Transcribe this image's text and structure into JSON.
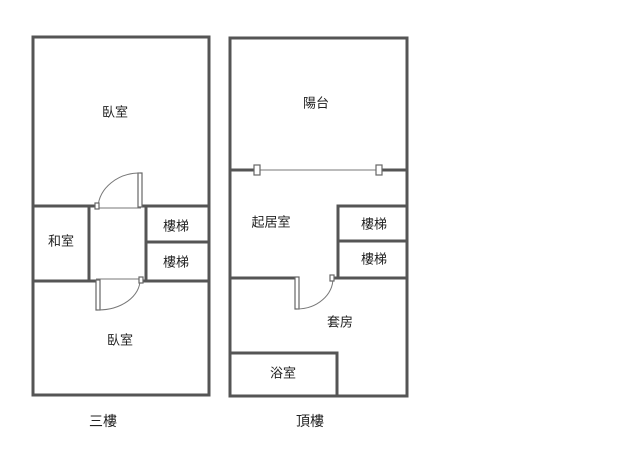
{
  "floor3": {
    "caption": "三樓",
    "rooms": {
      "bedroom_top": "臥室",
      "washitsu": "和室",
      "stairs_1": "樓梯",
      "stairs_2": "樓梯",
      "bedroom_bottom": "臥室"
    }
  },
  "roof": {
    "caption": "頂樓",
    "rooms": {
      "balcony": "陽台",
      "living": "起居室",
      "stairs_1": "樓梯",
      "stairs_2": "樓梯",
      "suite": "套房",
      "bath": "浴室"
    }
  },
  "colors": {
    "wall": "#555555",
    "text": "#222222",
    "background": "#ffffff"
  }
}
